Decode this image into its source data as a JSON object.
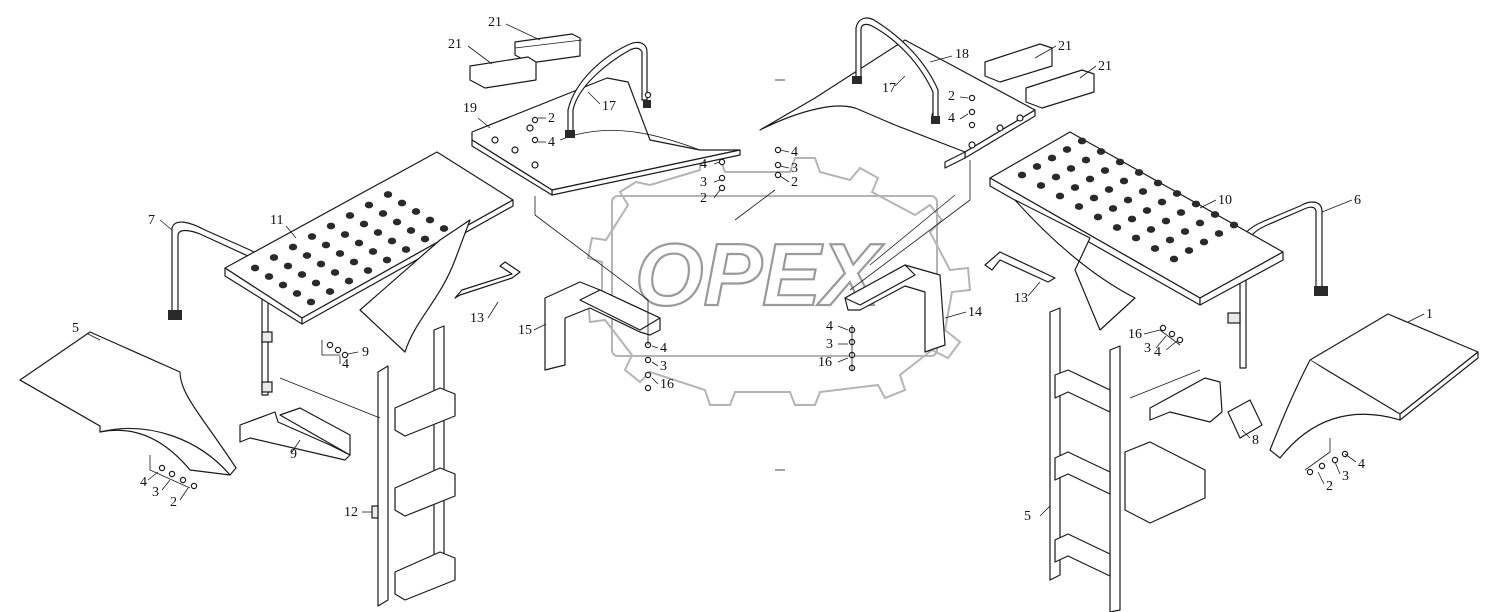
{
  "watermark": {
    "text": "OPEX",
    "color": "#9a9a9a"
  },
  "callouts": {
    "c21a": "21",
    "c21b": "21",
    "c17l": "17",
    "c19": "19",
    "c2a": "2",
    "c4a": "4",
    "c4b": "4",
    "c3b": "3",
    "c2b": "2",
    "c21c": "21",
    "c21d": "21",
    "c18": "18",
    "c17r": "17",
    "c2c": "2",
    "c4c": "4",
    "c4d": "4",
    "c3d": "3",
    "c2d": "2",
    "c7": "7",
    "c11": "11",
    "c13l": "13",
    "c9a": "9",
    "c4e": "4",
    "c9b": "9",
    "c5l": "5",
    "c4f": "4",
    "c3f": "3",
    "c2f": "2",
    "c12": "12",
    "c15": "15",
    "c4g": "4",
    "c3g": "3",
    "c16a": "16",
    "c14": "14",
    "c4h": "4",
    "c3h": "3",
    "c16b": "16",
    "c10": "10",
    "c6": "6",
    "c13r": "13",
    "c16c": "16",
    "c3i": "3",
    "c4i": "4",
    "c1": "1",
    "c8": "8",
    "c5r": "5",
    "c4j": "4",
    "c3j": "3",
    "c2j": "2"
  }
}
